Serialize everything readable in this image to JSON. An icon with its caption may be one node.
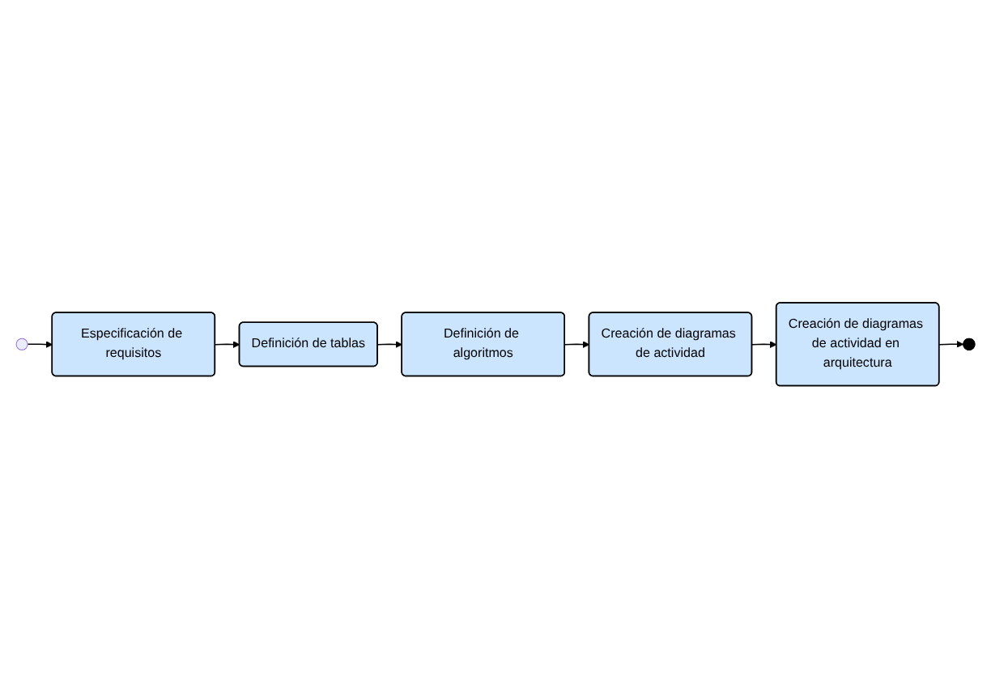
{
  "diagram": {
    "nodes": [
      {
        "text": [],
        "shape": "circle"
      },
      {
        "text": [
          "Especificación de requisitos"
        ]
      },
      {
        "text": [
          "Definición de tablas"
        ]
      },
      {
        "text": [
          "Definición de algoritmos"
        ]
      },
      {
        "text": [
          "Creación de diagramas de actividad"
        ]
      },
      {
        "text": [
          "Creación de diagramas de actividad en arquitectura"
        ]
      },
      {
        "text": [],
        "shape": "circle"
      }
    ],
    "edges": [
      {
        "from": 0,
        "to": 1,
        "arrow": "to"
      },
      {
        "from": 1,
        "to": 2,
        "arrow": "to"
      },
      {
        "from": 2,
        "to": 3,
        "arrow": "to"
      },
      {
        "from": 3,
        "to": 4,
        "arrow": "to"
      },
      {
        "from": 4,
        "to": 5,
        "arrow": "to"
      },
      {
        "from": 5,
        "to": 6,
        "arrow": "to"
      }
    ]
  }
}
